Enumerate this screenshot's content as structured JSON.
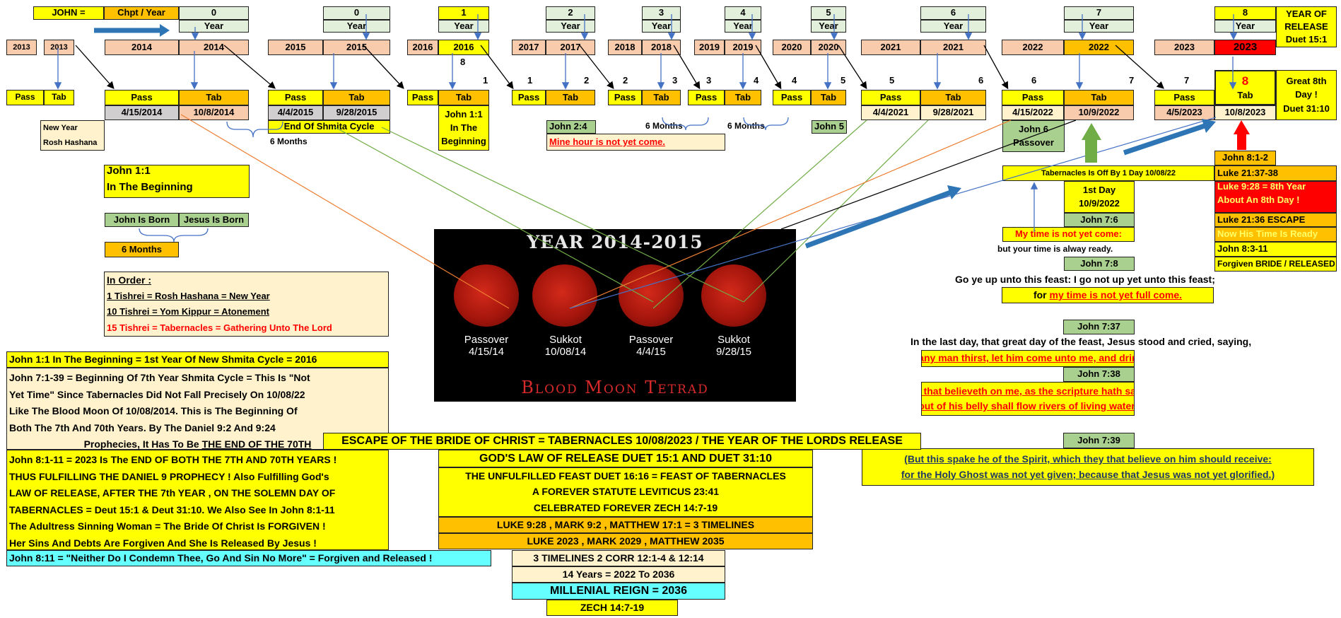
{
  "header": {
    "john_label": "JOHN =",
    "chpt_year": "Chpt / Year"
  },
  "chapters": {
    "c0a": "0",
    "c0b": "0",
    "c1": "1",
    "c2": "2",
    "c3": "3",
    "c4": "4",
    "c5": "5",
    "c6": "6",
    "c7": "7",
    "c8": "8"
  },
  "year_label": "Year",
  "release": {
    "l1": "YEAR OF",
    "l2": "RELEASE",
    "l3": "Duet 15:1"
  },
  "years": {
    "y2013": "2013",
    "y2014": "2014",
    "y2015": "2015",
    "y2016": "2016",
    "y2017": "2017",
    "y2018": "2018",
    "y2019": "2019",
    "y2020": "2020",
    "y2021": "2021",
    "y2022": "2022",
    "y2023": "2023"
  },
  "n8": "8",
  "nums": [
    "1",
    "1",
    "2",
    "2",
    "3",
    "3",
    "4",
    "4",
    "5",
    "5",
    "6",
    "6",
    "7",
    "7"
  ],
  "pass": "Pass",
  "tab": "Tab",
  "dates": {
    "d1": "4/15/2014",
    "d2": "10/8/2014",
    "d3": "4/4/2015",
    "d4": "9/28/2015",
    "d5": "4/4/2021",
    "d6": "9/28/2021",
    "d7": "4/15/2022",
    "d8": "10/9/2022",
    "d9": "4/5/2023",
    "d10": "10/8/2023"
  },
  "great8": {
    "n": "8",
    "l1": "Great 8th",
    "l2": "Day !",
    "l3": "Duet 31:10"
  },
  "newyear": {
    "l1": "New Year",
    "l2": "Rosh Hashana"
  },
  "shmita_end": "End Of Shmita Cycle",
  "six_months": "6 Months",
  "john11_box": {
    "l1": "John 1:1",
    "l2": "In The",
    "l3": "Beginning"
  },
  "john24": "John 2:4",
  "mine_hour": "Mine hour is not yet come.",
  "john5": "John 5",
  "john6": {
    "l1": "John 6",
    "l2": "Passover"
  },
  "john812": "John 8:1-2",
  "tab_off": "Tabernacles Is Off By 1 Day 10/08/22",
  "luke2137": "Luke 21:37-38",
  "first_day": {
    "l1": "1st Day",
    "l2": "10/9/2022"
  },
  "luke928": {
    "l1": "Luke 9:28 =  8th Year",
    "l2": "About An 8th Day !"
  },
  "john76": "John 7:6",
  "luke2136": "Luke 21:36 ESCAPE",
  "my_time": "My time is not yet come:",
  "now_time": "Now His Time Is Ready",
  "always_ready": "but your time is alway ready.",
  "john83": "John 8:3-11",
  "john78": "John 7:8",
  "forgiven": "Forgiven BRIDE / RELEASED",
  "go_ye": "Go ye up unto this feast: I go not up yet unto this feast;",
  "for_my": "for",
  "my_time_full": "my time is not yet full come.",
  "john737": "John 7:37",
  "last_day": "In the last day, that great day of the feast, Jesus stood and cried, saying,",
  "thirst": "If any man thirst, let him come unto me, and drink.",
  "john738": "John 7:38",
  "believeth1": "He that believeth on me, as the scripture hath said,",
  "believeth2": "out of his belly shall flow rivers of living water.",
  "john739": "John 7:39",
  "spirit1": "(But this spake he of the Spirit, which they that believe on him should receive:",
  "spirit2": "for the Holy Ghost was not yet given; because that Jesus was not yet glorified.)",
  "beginning_box": {
    "l1": "John 1:1",
    "l2": "In The Beginning"
  },
  "born": {
    "john": "John Is Born",
    "jesus": "Jesus Is Born"
  },
  "order": {
    "title": "In Order :",
    "l1": "1 Tishrei = Rosh Hashana = New Year",
    "l2": "10 Tishrei = Yom Kippur = Atonement",
    "l3": "15 Tishrei = Tabernacles = Gathering Unto The Lord"
  },
  "moon_panel": {
    "title": "YEAR 2014-2015",
    "footer": "Blood Moon Tetrad",
    "m1": "Passover",
    "m1d": "4/15/14",
    "m2": "Sukkot",
    "m2d": "10/08/14",
    "m3": "Passover",
    "m3d": "4/4/15",
    "m4": "Sukkot",
    "m4d": "9/28/15"
  },
  "left_text": {
    "line1": "John 1:1 In The Beginning = 1st Year Of New Shmita Cycle = 2016",
    "p1": [
      "John 7:1-39 = Beginning Of 7th Year Shmita Cycle = This Is \"Not",
      "Yet Time\" Since Tabernacles Did Not Fall Precisely On 10/08/22",
      "Like The Blood Moon Of 10/08/2014.  This is The Beginning Of",
      "Both The 7th And 70th Years.  By The Daniel 9:2 And 9:24",
      "Prophecies, It Has To Be"
    ],
    "p1_end": "THE END OF THE 70TH",
    "p2": [
      "John 8:1-11 = 2023 Is The END OF BOTH THE 7TH AND 70TH YEARS !",
      "THUS FULFILLING THE DANIEL 9 PROPHECY !  Also Fulfilling God's",
      "LAW OF RELEASE, AFTER THE 7th YEAR , ON THE SOLEMN DAY OF",
      "TABERNACLES = Deut 15:1 & Deut 31:10. We Also See In John 8:1-11",
      "The Adultress Sinning Woman = The Bride Of Christ Is FORGIVEN !",
      "Her Sins And Debts Are Forgiven And She Is Released By Jesus !"
    ],
    "john811": "John 8:11 = \"Neither Do I Condemn Thee, Go And Sin No More\" = Forgiven and Released !"
  },
  "escape": "ESCAPE OF THE BRIDE OF CHRIST = TABERNACLES 10/08/2023 / THE YEAR OF THE LORDS RELEASE",
  "center": {
    "law": "GOD'S LAW OF RELEASE DUET 15:1 AND DUET 31:10",
    "l1": "THE UNFULFILLED FEAST DUET 16:16 = FEAST OF TABERNACLES",
    "l2": "A FOREVER STATUTE LEVITICUS 23:41",
    "l3": "CELEBRATED FOREVER ZECH 14:7-19",
    "luke1": "LUKE 9:28 ,  MARK 9:2 ,  MATTHEW 17:1 = 3 TIMELINES",
    "luke2": "LUKE 2023 ,  MARK 2029 ,  MATTHEW 2035",
    "t3": "3 TIMELINES 2 CORR 12:1-4 & 12:14",
    "y14": "14 Years = 2022 To 2036",
    "mill": "MILLENIAL REIGN = 2036",
    "zech": "ZECH 14:7-19"
  },
  "colors": {
    "yellow": "#ffff00",
    "peach": "#f8cbad",
    "orange": "#ffc000",
    "green": "#a9d08e",
    "cyan": "#66ffff",
    "red": "#ff0000"
  }
}
